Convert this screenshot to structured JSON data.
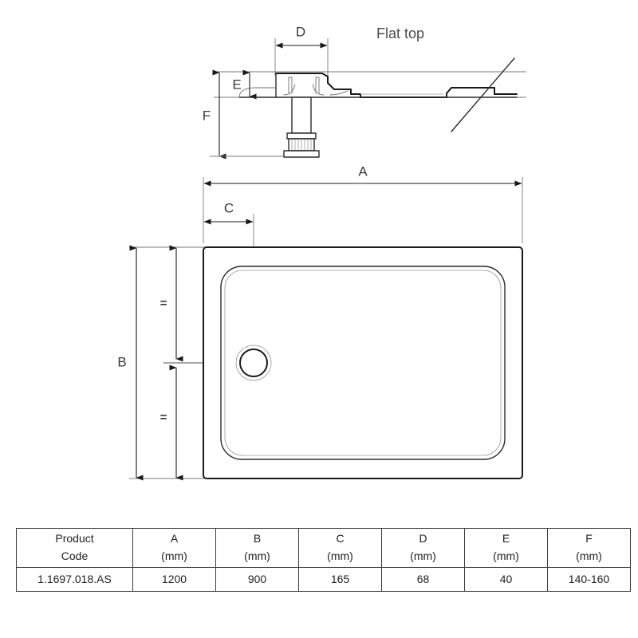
{
  "drawing": {
    "note_flat_top": "Flat top",
    "dimension_labels": {
      "A": "A",
      "B": "B",
      "C": "C",
      "D": "D",
      "E": "E",
      "F": "F"
    },
    "equality_marks": {
      "upper": "=",
      "lower": "="
    }
  },
  "spec_table": {
    "headers": [
      {
        "line1": "Product",
        "line2": "Code"
      },
      {
        "line1": "A",
        "line2": "(mm)"
      },
      {
        "line1": "B",
        "line2": "(mm)"
      },
      {
        "line1": "C",
        "line2": "(mm)"
      },
      {
        "line1": "D",
        "line2": "(mm)"
      },
      {
        "line1": "E",
        "line2": "(mm)"
      },
      {
        "line1": "F",
        "line2": "(mm)"
      }
    ],
    "rows": [
      {
        "product_code": "1.1697.018.AS",
        "A": "1200",
        "B": "900",
        "C": "165",
        "D": "68",
        "E": "40",
        "F": "140-160"
      }
    ]
  },
  "colors": {
    "line": "#1a1a1a",
    "thin_line": "#6e6e6e",
    "text": "#3a3a3a",
    "table_border": "#3c3c3c",
    "background": "#ffffff"
  }
}
